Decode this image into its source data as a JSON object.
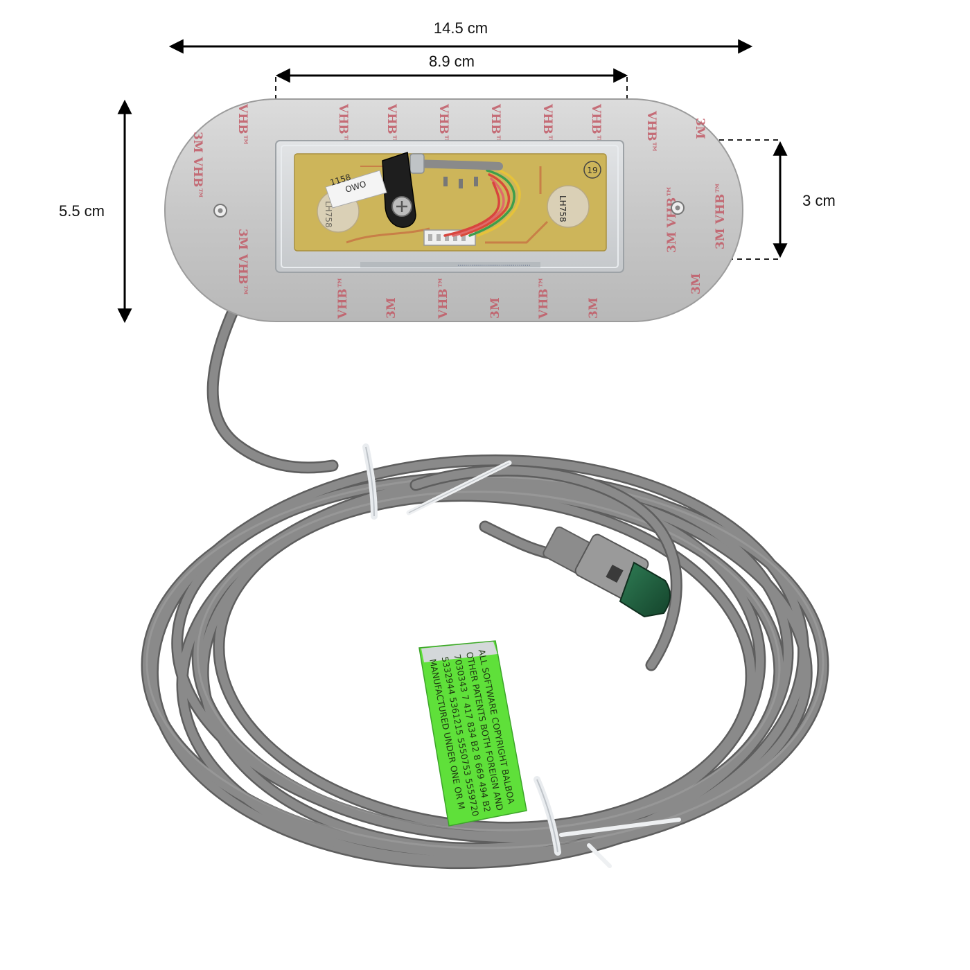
{
  "dimensions": {
    "overall_width": "14.5 cm",
    "panel_width": "8.9 cm",
    "overall_height": "5.5 cm",
    "panel_height": "3 cm"
  },
  "adhesive_tape": {
    "brand": "3M",
    "product": "VHB™"
  },
  "pcb": {
    "part_number": "1158",
    "part_suffix": "OWO",
    "sensor_label": "LH758",
    "circle_mark": "19"
  },
  "green_label": {
    "lines": [
      "MANUFACTURED UNDER ONE OR M",
      "5332944  5361215  5550753  5559720",
      "7030343  7 417 834 B2  8 669 494 B2",
      "OTHER PATENTS BOTH FOREIGN AND",
      "ALL SOFTWARE COPYRIGHT BALBOA"
    ],
    "color": "#5fe03a"
  },
  "colors": {
    "cable": "#7d7d7d",
    "cable_dark": "#555555",
    "pcb": "#cdb55a",
    "tape": "#c9c9c9",
    "connector": "#1f5f3f"
  }
}
